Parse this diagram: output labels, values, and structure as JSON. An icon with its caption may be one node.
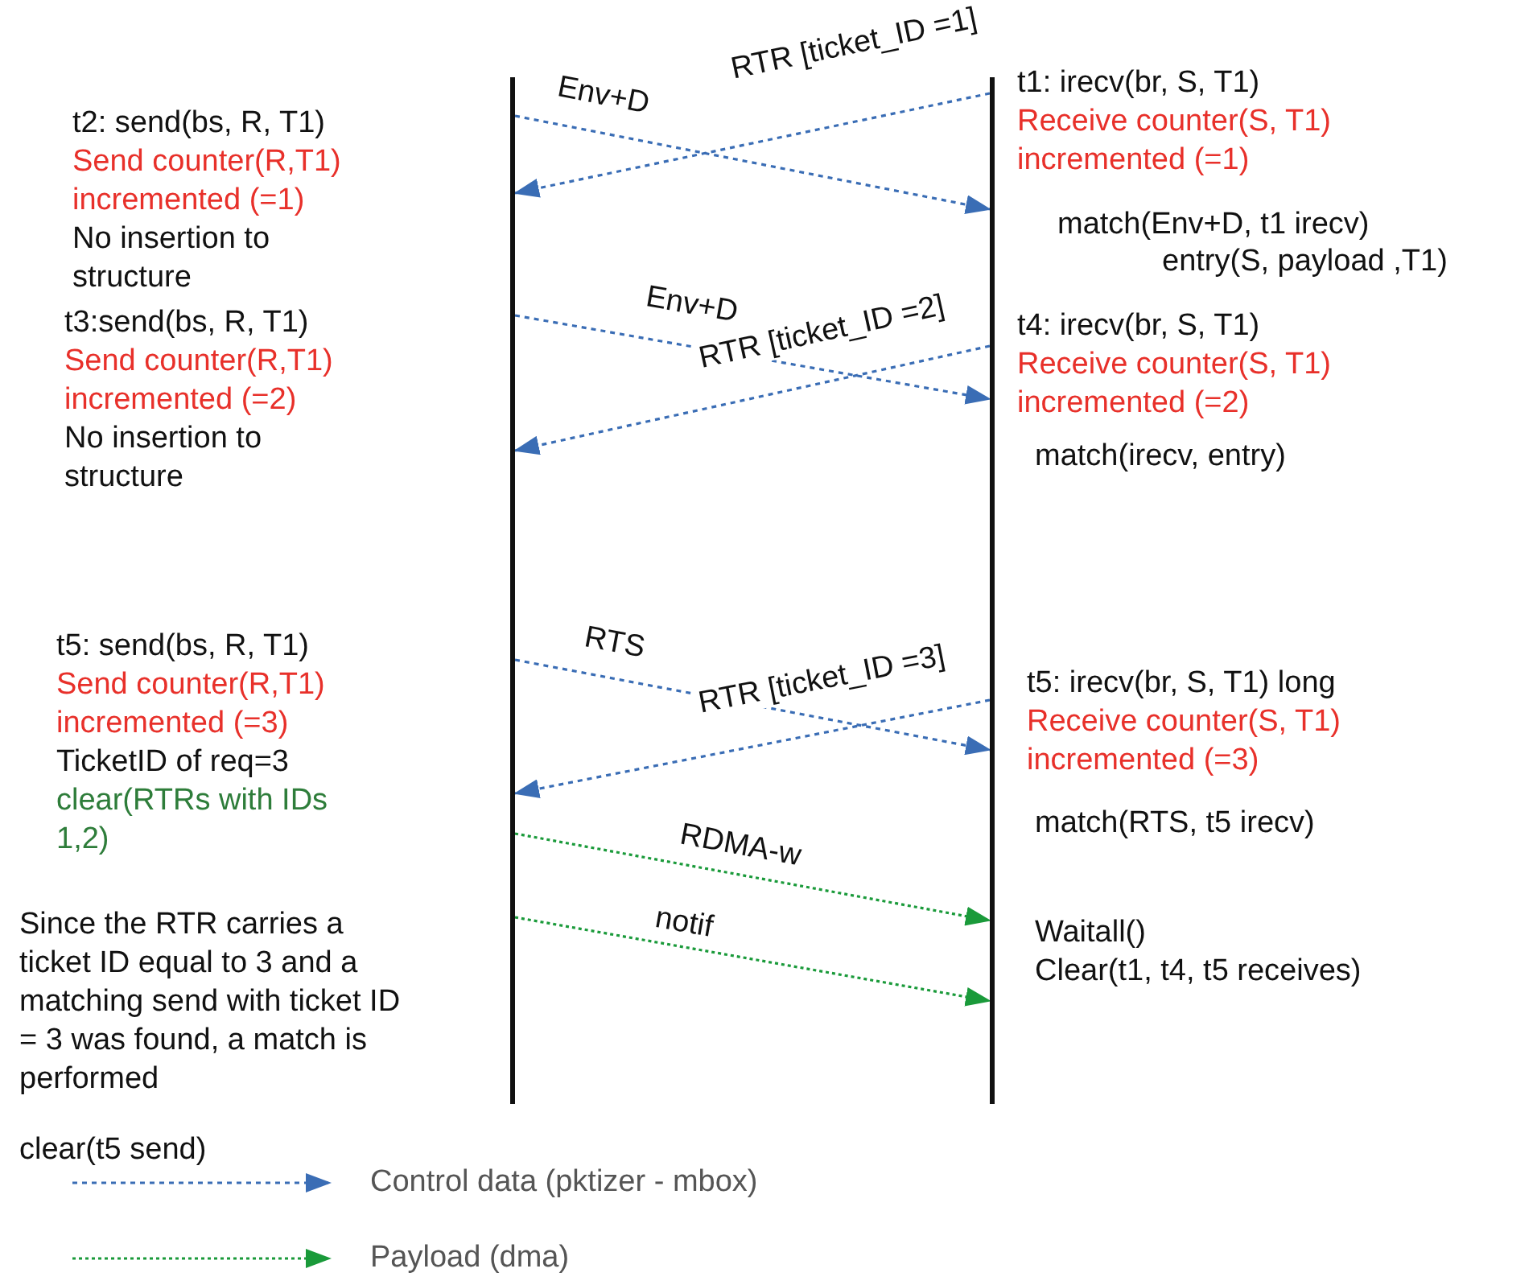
{
  "diagram": {
    "nodes": [
      {
        "text": [],
        "shape": "bar"
      },
      {
        "text": [],
        "shape": "bar"
      }
    ],
    "edges": [
      {
        "from": 1,
        "to": 0,
        "arrow": "to",
        "label": "RTR [ticket_ID =1]",
        "style": "dashed"
      },
      {
        "from": 0,
        "to": 1,
        "arrow": "to",
        "label": "Env+D",
        "style": "dashed"
      },
      {
        "from": 0,
        "to": 1,
        "arrow": "to",
        "label": "Env+D",
        "style": "dashed"
      },
      {
        "from": 1,
        "to": 0,
        "arrow": "to",
        "label": "RTR [ticket_ID =2]",
        "style": "dashed"
      },
      {
        "from": 0,
        "to": 1,
        "arrow": "to",
        "label": "RTS",
        "style": "dashed"
      },
      {
        "from": 1,
        "to": 0,
        "arrow": "to",
        "label": "RTR [ticket_ID =3]",
        "style": "dashed"
      },
      {
        "from": 0,
        "to": 1,
        "arrow": "to",
        "label": "RDMA-w",
        "style": "dashed",
        "color": "#1a9a3a"
      },
      {
        "from": 0,
        "to": 1,
        "arrow": "to",
        "label": "notif",
        "style": "dashed",
        "color": "#1a9a3a"
      }
    ],
    "labels": [
      "t2: send(bs, R, T1)",
      "Send counter(R,T1) incremented (=1)",
      "No insertion to structure",
      "t1: irecv(br, S, T1)",
      "Receive counter(S, T1) incremented (=1)",
      "match(Env+D, t1 irecv)",
      "entry(S, payload ,T1)",
      "t3:send(bs, R, T1)",
      "Send counter(R,T1) incremented (=2)",
      "No insertion to structure",
      "t4: irecv(br, S, T1)",
      "Receive counter(S, T1) incremented (=2)",
      "match(irecv, entry)",
      "t5: send(bs, R, T1)",
      "Send counter(R,T1) incremented (=3)",
      "TicketID of req=3",
      "clear(RTRs with IDs 1,2)",
      "t5: irecv(br, S, T1) long",
      "Receive counter(S, T1) incremented (=3)",
      "match(RTS, t5 irecv)",
      "Since the RTR carries a ticket ID equal to 3 and a matching send with ticket ID = 3 was found, a match is performed",
      "Waitall()",
      "Clear(t1, t4, t5 receives)",
      "clear(t5 send)"
    ],
    "legend": [
      {
        "text": "Control data (pktizer - mbox)"
      },
      {
        "text": "Payload (dma)"
      }
    ]
  }
}
